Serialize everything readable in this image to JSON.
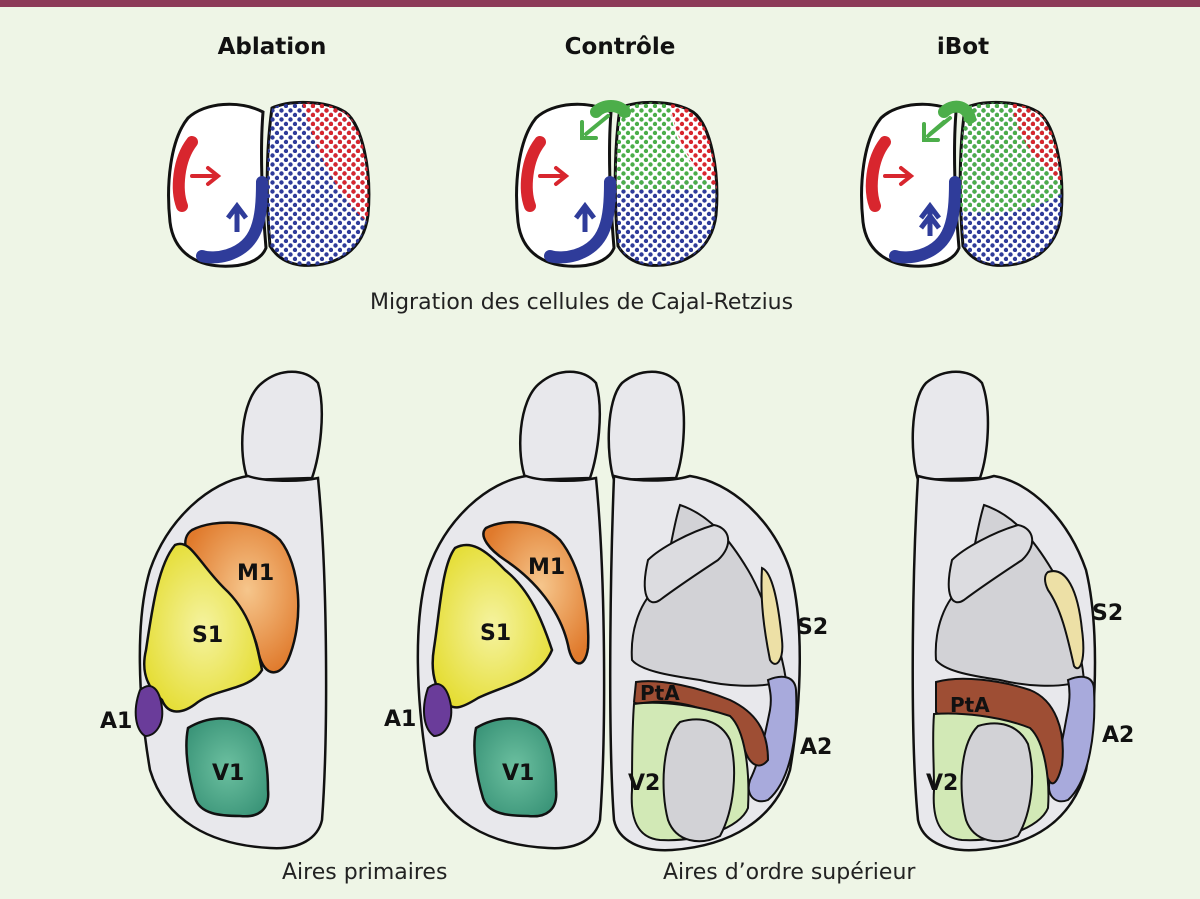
{
  "titles": {
    "ablation": "Ablation",
    "controle": "Contrôle",
    "ibot": "iBot"
  },
  "captions": {
    "migration": "Migration des cellules de Cajal-Retzius",
    "primaires": "Aires primaires",
    "superieur": "Aires d’ordre supérieur"
  },
  "labels": {
    "m1": "M1",
    "s1": "S1",
    "a1": "A1",
    "v1": "V1",
    "s2": "S2",
    "pta": "PtA",
    "a2": "A2",
    "v2": "V2"
  },
  "colors": {
    "red_population": "#d8262e",
    "blue_population": "#2f3c9a",
    "green_population": "#4cae4a",
    "m1": "#e07a2c",
    "s1": "#e8e23a",
    "v1": "#3f9e7e",
    "a1": "#6a3c9a",
    "pta": "#9e4e34",
    "v2": "#cfe8b0",
    "a2": "#9c9ed6",
    "s2": "#ede0a6"
  }
}
